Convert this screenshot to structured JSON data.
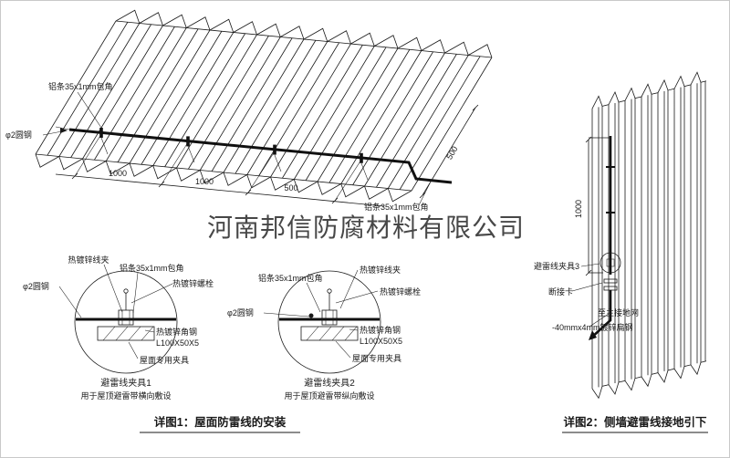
{
  "watermark": "河南邦信防腐材料有限公司",
  "colors": {
    "line": "#1a1a1a",
    "red": "#c01818",
    "watermark": "#9e9e9e"
  },
  "roof": {
    "strip_top": "铝条35x1mm包角",
    "rod": "φ2圆钢",
    "strip_right": "铝条35x1mm包角",
    "dim1": "1000",
    "dim2": "1000",
    "dim3": "500",
    "dim_side": "500"
  },
  "detail1": {
    "clip": "热镀锌线夹",
    "strip": "铝条35x1mm包角",
    "bolt": "热镀锌螺栓",
    "rod": "φ2圆钢",
    "angle": "热镀锌角钢",
    "angle_spec": "L100X50X5",
    "fixture": "屋面专用夹具",
    "title": "避雷线夹具1",
    "subtitle": "用于屋顶避雷带横向敷设"
  },
  "detail2": {
    "strip": "铝条35x1mm包角",
    "clip": "热镀锌线夹",
    "bolt": "热镀锌螺栓",
    "rod": "φ2圆钢",
    "angle": "热镀锌角钢",
    "angle_spec": "L100X50X5",
    "fixture": "屋面专用夹具",
    "title": "避雷线夹具2",
    "subtitle": "用于屋顶避雷带纵向敷设"
  },
  "wall": {
    "dim": "1000",
    "clamp3": "避雷线夹具3",
    "disconnect": "断接卡",
    "to_ground": "至主接地网",
    "flat_steel": "-40mmx4mm镀锌扁钢"
  },
  "captions": {
    "c1": "详图1：屋面防雷线的安装",
    "c2": "详图2：侧墙避雷线接地引下"
  }
}
